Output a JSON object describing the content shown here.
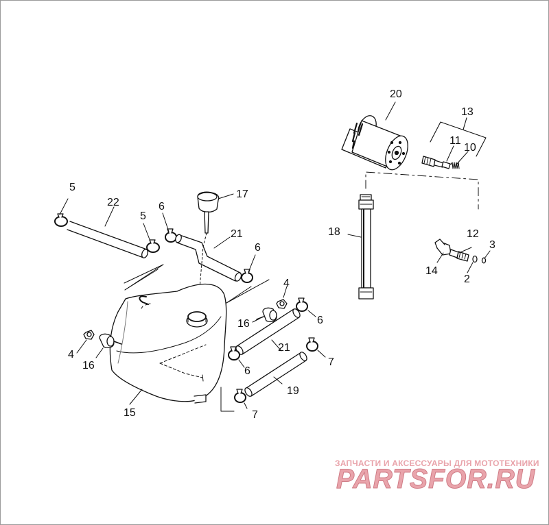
{
  "diagram": {
    "callouts": [
      {
        "id": "c20a",
        "text": "20"
      },
      {
        "id": "c13",
        "text": "13"
      },
      {
        "id": "c11",
        "text": "11"
      },
      {
        "id": "c10",
        "text": "10"
      },
      {
        "id": "c5a",
        "text": "5"
      },
      {
        "id": "c22",
        "text": "22"
      },
      {
        "id": "c17",
        "text": "17"
      },
      {
        "id": "c5b",
        "text": "5"
      },
      {
        "id": "c6a",
        "text": "6"
      },
      {
        "id": "c21a",
        "text": "21"
      },
      {
        "id": "c6b",
        "text": "6"
      },
      {
        "id": "c18",
        "text": "18"
      },
      {
        "id": "c12",
        "text": "12"
      },
      {
        "id": "c3",
        "text": "3"
      },
      {
        "id": "c14",
        "text": "14"
      },
      {
        "id": "c2",
        "text": "2"
      },
      {
        "id": "c4a",
        "text": "4"
      },
      {
        "id": "c16a",
        "text": "16"
      },
      {
        "id": "c6c",
        "text": "6"
      },
      {
        "id": "c4b",
        "text": "4"
      },
      {
        "id": "c16b",
        "text": "16"
      },
      {
        "id": "c21b",
        "text": "21"
      },
      {
        "id": "c6d",
        "text": "6"
      },
      {
        "id": "c7a",
        "text": "7"
      },
      {
        "id": "c19",
        "text": "19"
      },
      {
        "id": "c15",
        "text": "15"
      },
      {
        "id": "c7b",
        "text": "7"
      }
    ]
  },
  "watermark": {
    "subtitle": "ЗАПЧАСТИ И АКСЕССУАРЫ ДЛЯ МОТОТЕХНИКИ",
    "brand": "PARTSFOR.RU",
    "color": "#e9a4ab"
  },
  "colors": {
    "line": "#111111",
    "fill": "#ffffff",
    "shade": "#9a9a9a"
  }
}
